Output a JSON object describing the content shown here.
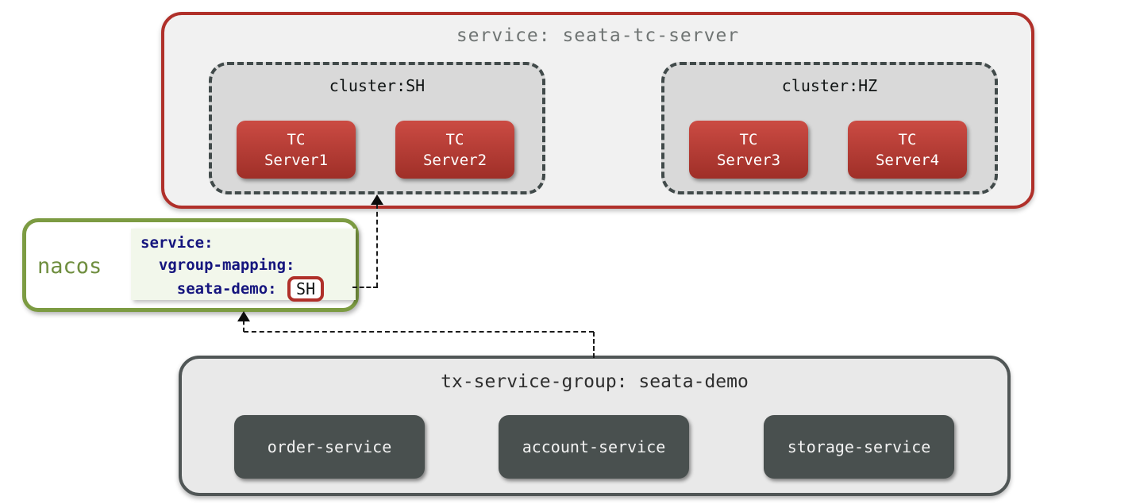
{
  "tc_server_group": {
    "title": "service: seata-tc-server",
    "clusters": [
      {
        "label": "cluster:SH",
        "servers": [
          {
            "line1": "TC",
            "line2": "Server1"
          },
          {
            "line1": "TC",
            "line2": "Server2"
          }
        ]
      },
      {
        "label": "cluster:HZ",
        "servers": [
          {
            "line1": "TC",
            "line2": "Server3"
          },
          {
            "line1": "TC",
            "line2": "Server4"
          }
        ]
      }
    ]
  },
  "nacos": {
    "label": "nacos",
    "config_lines": {
      "line1": "service:",
      "line2": "  vgroup-mapping:",
      "line3": "    seata-demo: "
    },
    "badge": "SH"
  },
  "tx_service_group": {
    "title": "tx-service-group: seata-demo",
    "services": {
      "s1": "order-service",
      "s2": "account-service",
      "s3": "storage-service"
    }
  },
  "colors": {
    "red": "#b0302a",
    "red_grad_top": "#cb4b43",
    "red_grad_bottom": "#9f2f28",
    "green": "#7c9b42",
    "green_text": "#6f8e3f",
    "navy": "#15157e",
    "slate": "#49504f",
    "slate_border": "#414a4a",
    "gray_title": "#6f7473",
    "dark_title": "#2e2e2e",
    "light_fill": "#f1f1f1",
    "cluster_fill": "#d9d9d9",
    "bottom_fill": "#e9e9e9",
    "config_fill": "#f2f7eb",
    "line": "#1a1a1a"
  }
}
